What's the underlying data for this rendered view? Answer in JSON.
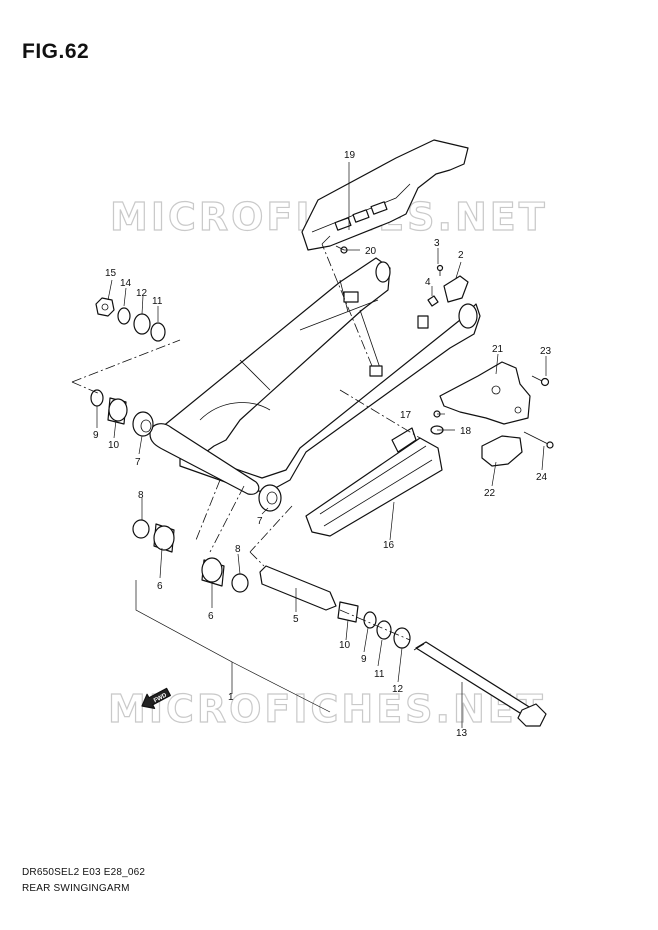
{
  "figure": {
    "title": "FIG.62",
    "model_code": "DR650SEL2 E03 E28_062",
    "name": "REAR SWINGINGARM"
  },
  "watermark": {
    "text": "MICROFICHES.NET"
  },
  "fwd_label": "FWD",
  "callouts": [
    {
      "id": "c1",
      "label": "1"
    },
    {
      "id": "c2",
      "label": "2"
    },
    {
      "id": "c3",
      "label": "3"
    },
    {
      "id": "c4",
      "label": "4"
    },
    {
      "id": "c5",
      "label": "5"
    },
    {
      "id": "c6a",
      "label": "6"
    },
    {
      "id": "c6b",
      "label": "6"
    },
    {
      "id": "c7a",
      "label": "7"
    },
    {
      "id": "c7b",
      "label": "7"
    },
    {
      "id": "c8a",
      "label": "8"
    },
    {
      "id": "c8b",
      "label": "8"
    },
    {
      "id": "c9a",
      "label": "9"
    },
    {
      "id": "c9b",
      "label": "9"
    },
    {
      "id": "c10a",
      "label": "10"
    },
    {
      "id": "c10b",
      "label": "10"
    },
    {
      "id": "c11a",
      "label": "11"
    },
    {
      "id": "c11b",
      "label": "11"
    },
    {
      "id": "c12a",
      "label": "12"
    },
    {
      "id": "c12b",
      "label": "12"
    },
    {
      "id": "c13",
      "label": "13"
    },
    {
      "id": "c14",
      "label": "14"
    },
    {
      "id": "c15",
      "label": "15"
    },
    {
      "id": "c16",
      "label": "16"
    },
    {
      "id": "c17",
      "label": "17"
    },
    {
      "id": "c18",
      "label": "18"
    },
    {
      "id": "c19",
      "label": "19"
    },
    {
      "id": "c20",
      "label": "20"
    },
    {
      "id": "c21",
      "label": "21"
    },
    {
      "id": "c22",
      "label": "22"
    },
    {
      "id": "c23",
      "label": "23"
    },
    {
      "id": "c24",
      "label": "24"
    }
  ]
}
